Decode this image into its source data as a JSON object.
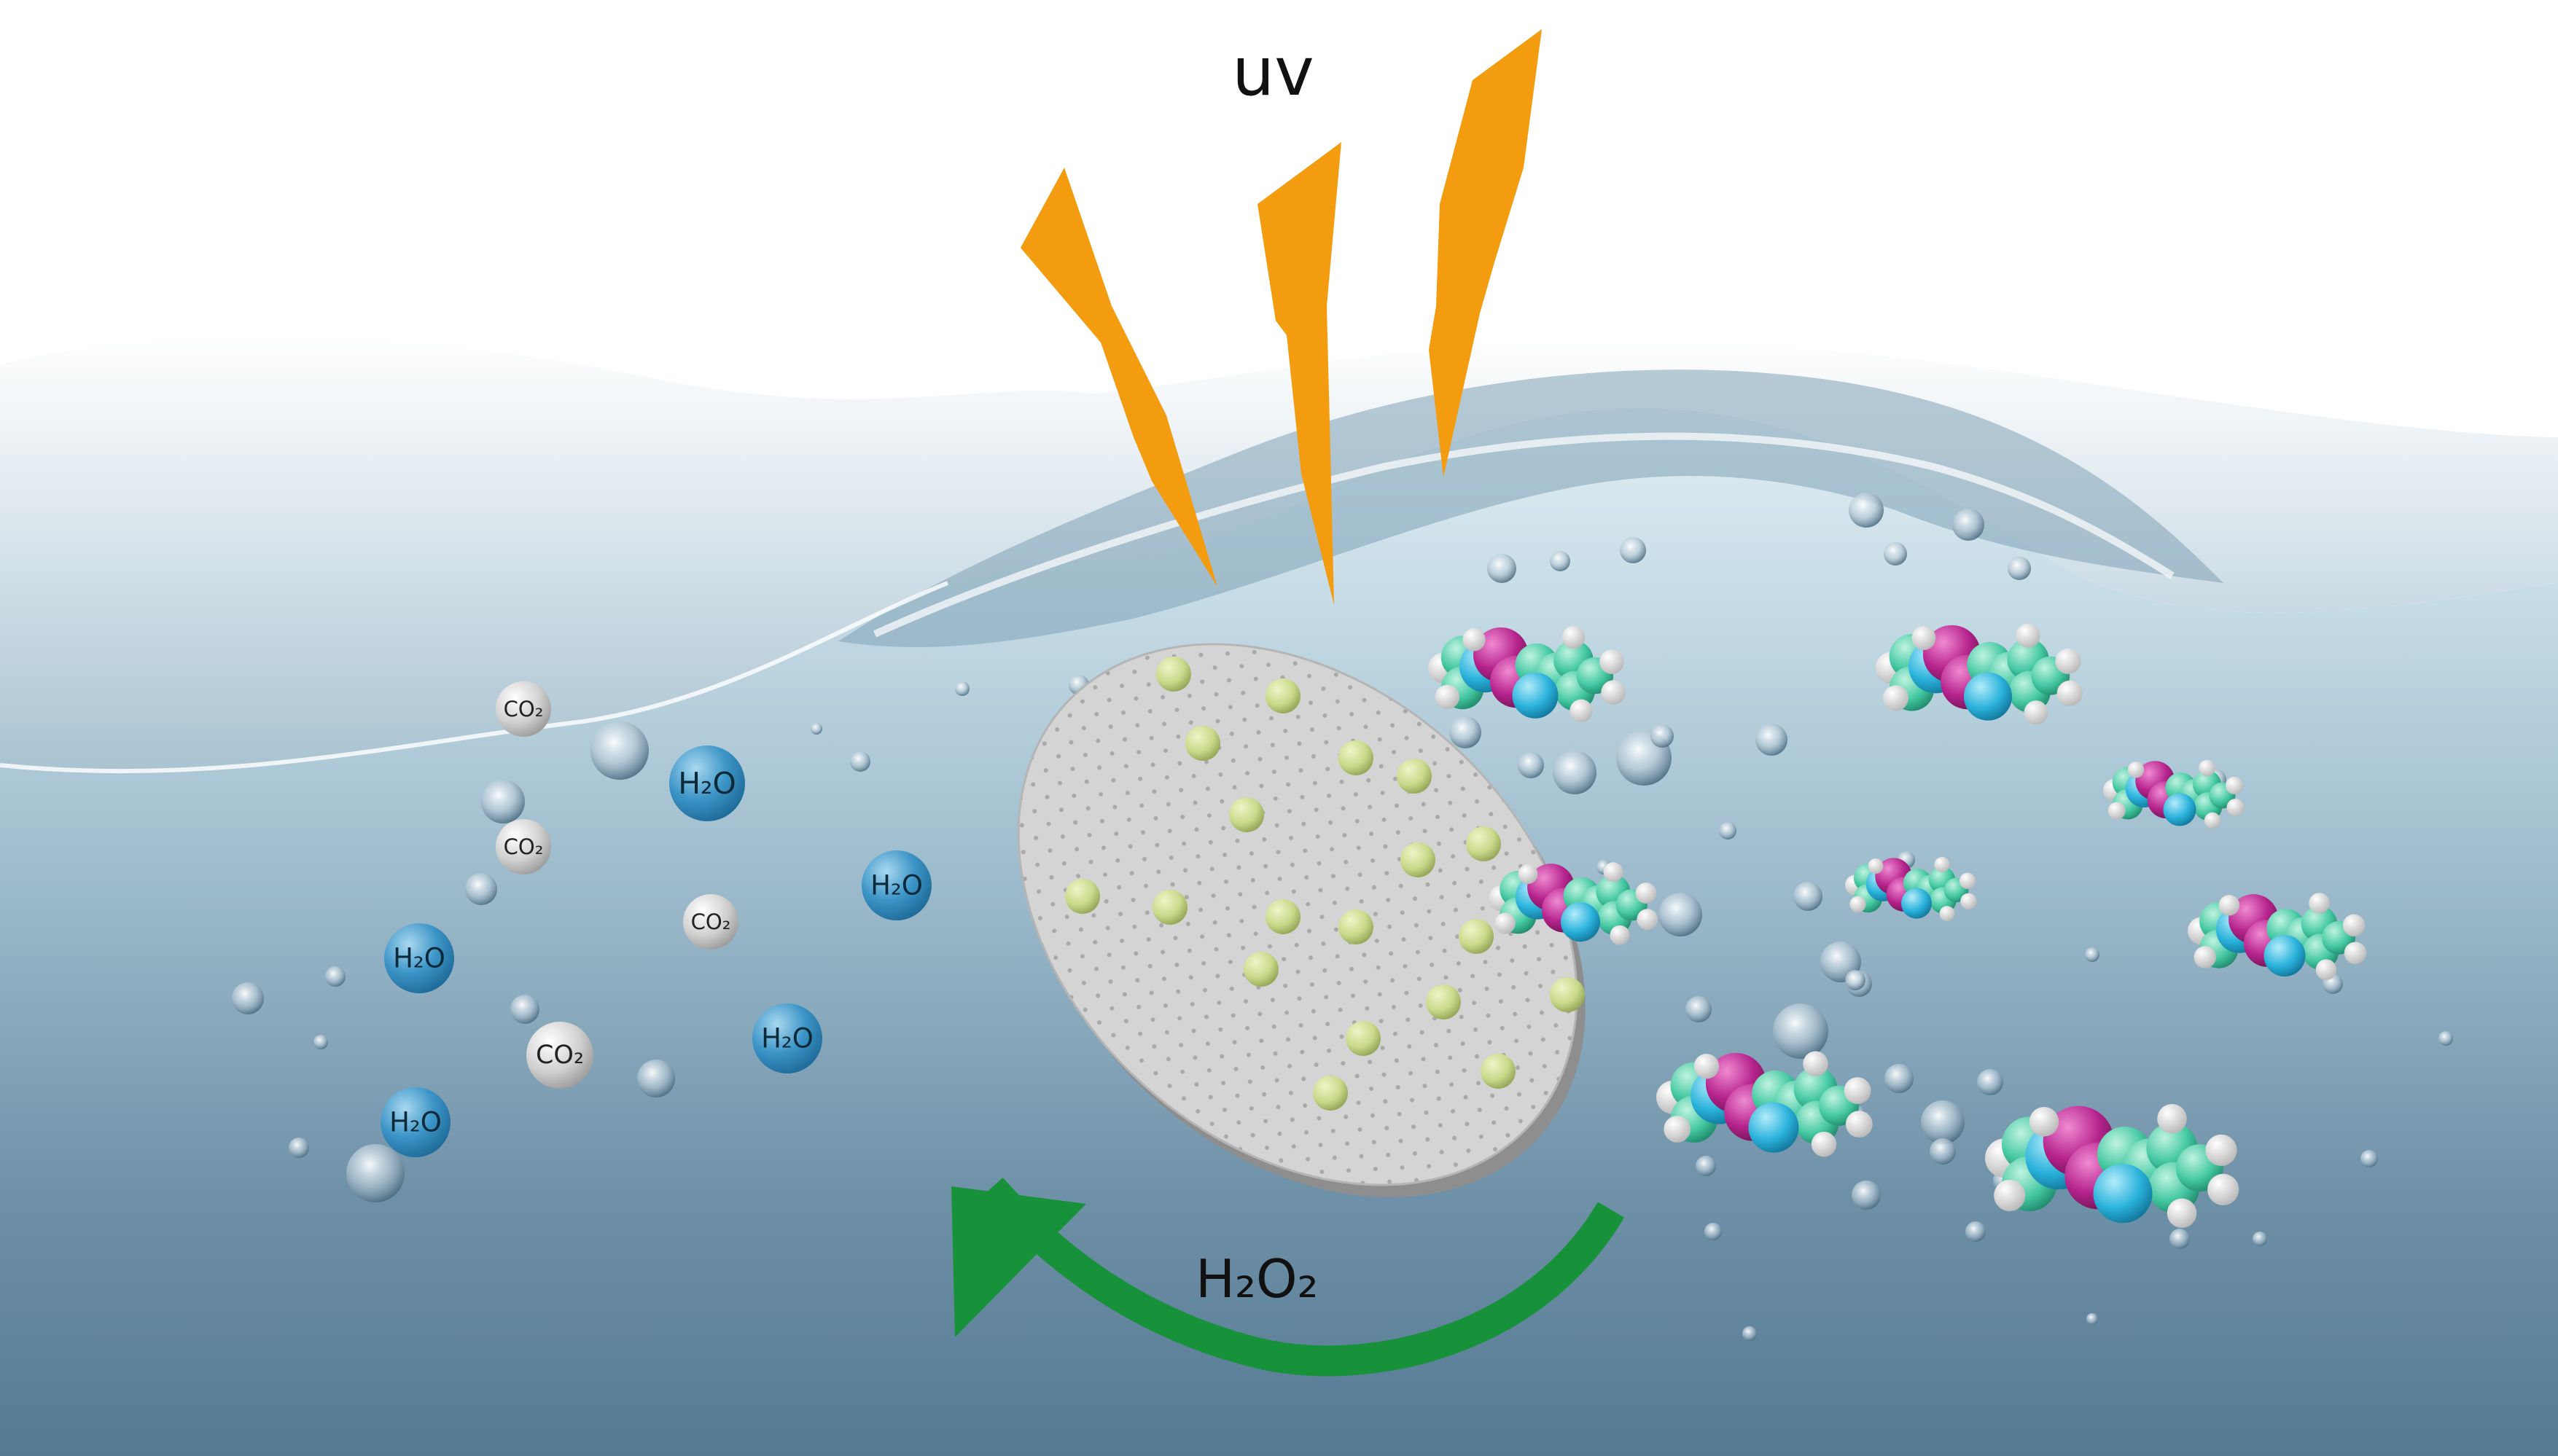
{
  "uv_label": "uv",
  "h2o2_label": "H₂O₂",
  "h2o_label": "H₂O",
  "co2_label": "CO₂",
  "h2o_molecules": [
    [
      970,
      1075,
      52
    ],
    [
      1230,
      1215,
      48
    ],
    [
      575,
      1315,
      48
    ],
    [
      1080,
      1425,
      48
    ],
    [
      570,
      1540,
      48
    ]
  ],
  "co2_molecules": [
    [
      718,
      973,
      38
    ],
    [
      718,
      1162,
      38
    ],
    [
      975,
      1265,
      38
    ],
    [
      768,
      1448,
      46
    ]
  ],
  "pollutant_molecules": [
    [
      2085,
      925,
      1.05
    ],
    [
      2705,
      925,
      1.1
    ],
    [
      2975,
      1090,
      0.75
    ],
    [
      2150,
      1240,
      0.9
    ],
    [
      2615,
      1220,
      0.7
    ],
    [
      3115,
      1285,
      0.95
    ],
    [
      2410,
      1515,
      1.15
    ],
    [
      2885,
      1600,
      1.35
    ]
  ],
  "colors": {
    "lightning": "#f39c0f",
    "arrow": "#17923a",
    "h2o": "#3c95c7",
    "co2": "#d0d0d0",
    "disc": "#d4d4d4",
    "disc_edge": "#8e8e8e",
    "catalyst": "#c9d98a"
  }
}
